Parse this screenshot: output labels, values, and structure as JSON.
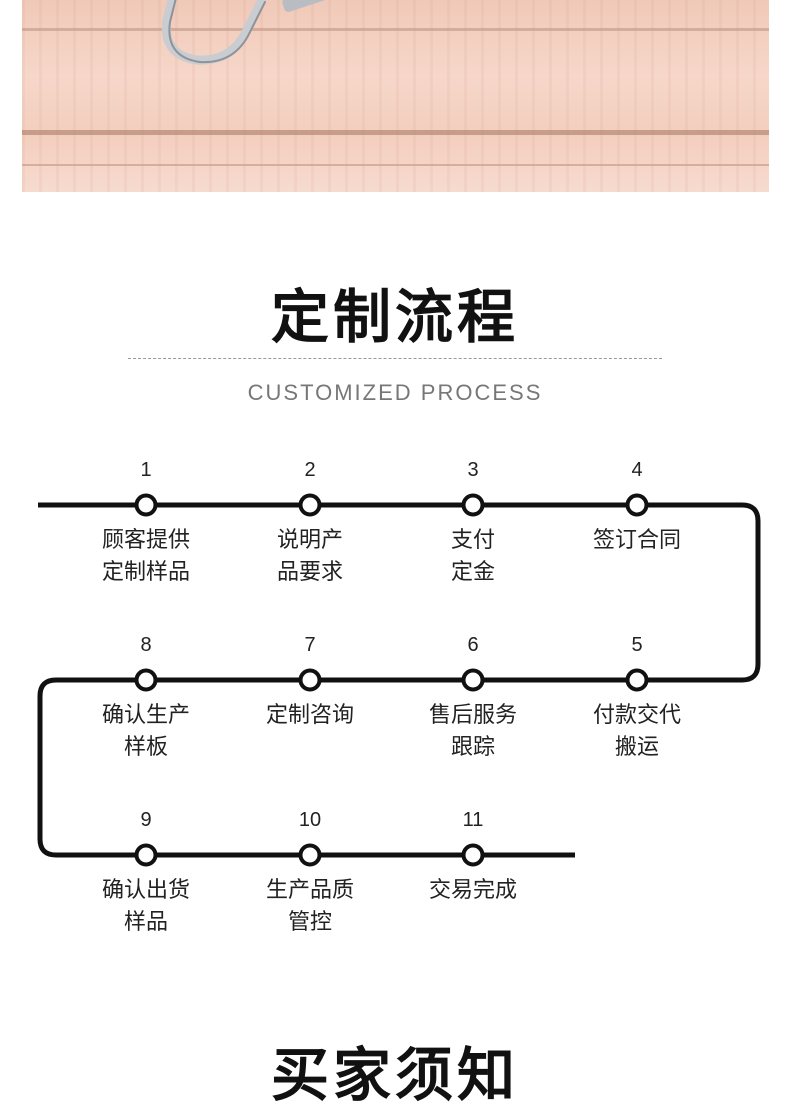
{
  "title": "定制流程",
  "subtitle": "CUSTOMIZED PROCESS",
  "steps": [
    {
      "num": "1",
      "line1": "顾客提供",
      "line2": "定制样品"
    },
    {
      "num": "2",
      "line1": "说明产",
      "line2": "品要求"
    },
    {
      "num": "3",
      "line1": "支付",
      "line2": "定金"
    },
    {
      "num": "4",
      "line1": "签订合同",
      "line2": ""
    },
    {
      "num": "5",
      "line1": "付款交代",
      "line2": "搬运"
    },
    {
      "num": "6",
      "line1": "售后服务",
      "line2": "跟踪"
    },
    {
      "num": "7",
      "line1": "定制咨询",
      "line2": ""
    },
    {
      "num": "8",
      "line1": "确认生产",
      "line2": "样板"
    },
    {
      "num": "9",
      "line1": "确认出货",
      "line2": "样品"
    },
    {
      "num": "10",
      "line1": "生产品质",
      "line2": "管控"
    },
    {
      "num": "11",
      "line1": "交易完成",
      "line2": ""
    }
  ],
  "next_title": "买家须知"
}
